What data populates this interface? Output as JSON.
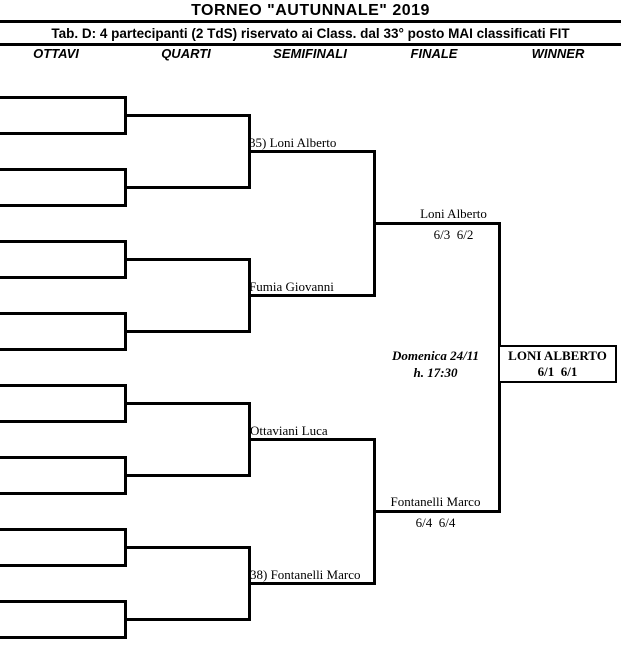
{
  "header": {
    "title": "TORNEO  \"AUTUNNALE\"  2019",
    "subtitle": "Tab. D: 4 partecipanti (2 TdS) riservato ai Class. dal 33° posto MAI classificati FIT",
    "columns": [
      "OTTAVI",
      "QUARTI",
      "SEMIFINALI",
      "FINALE",
      "WINNER"
    ]
  },
  "bracket": {
    "semifinalists": [
      "35) Loni Alberto",
      "Fumia Giovanni",
      "Ottaviani Luca",
      "38) Fontanelli Marco"
    ],
    "finalists": [
      {
        "name": "Loni Alberto",
        "score": "6/3  6/2"
      },
      {
        "name": "Fontanelli Marco",
        "score": "6/4  6/4"
      }
    ],
    "final_match": {
      "date": "Domenica 24/11",
      "time": "h. 17:30"
    },
    "winner": {
      "name": "LONI ALBERTO",
      "score": "6/1  6/1"
    }
  },
  "colors": {
    "line": "#000000",
    "text": "#000000",
    "background": "#ffffff"
  }
}
